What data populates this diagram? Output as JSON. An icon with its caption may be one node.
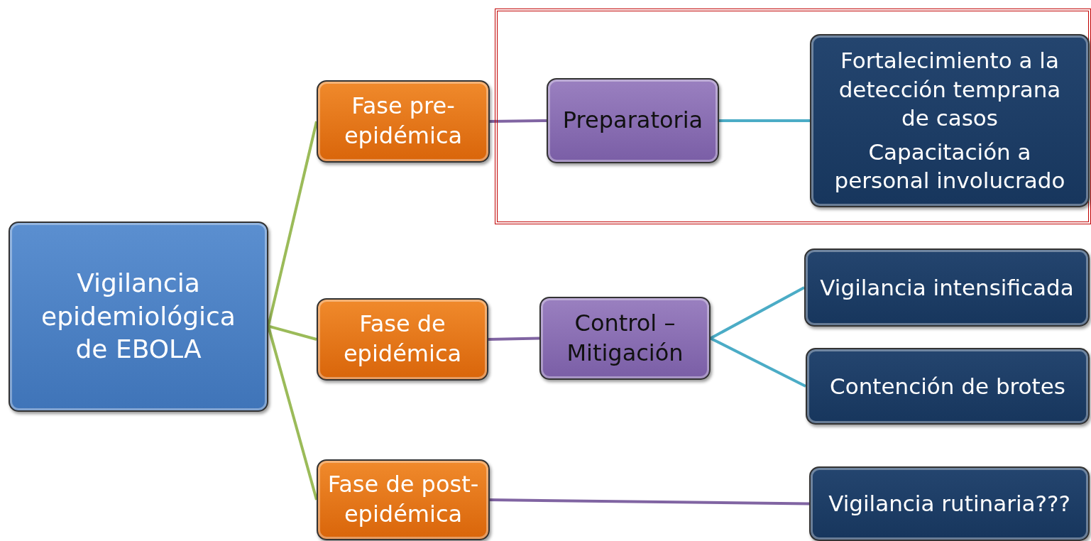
{
  "diagram": {
    "nodes": [
      {
        "text": [
          "Vigilancia epidemiológica de EBOLA"
        ]
      },
      {
        "text": [
          "Fase pre-epidémica"
        ]
      },
      {
        "text": [
          "Fase de epidémica"
        ]
      },
      {
        "text": [
          "Fase de post-epidémica"
        ]
      },
      {
        "text": [],
        "shape": "box"
      },
      {
        "text": [
          "Preparatoria"
        ],
        "in": 4
      },
      {
        "text": [
          "Fortalecimiento a la detección temprana de casos",
          "Capacitación a personal involucrado"
        ],
        "in": 4
      },
      {
        "text": [
          "Control – Mitigación"
        ]
      },
      {
        "text": [
          "Vigilancia intensificada"
        ]
      },
      {
        "text": [
          "Contención de brotes"
        ]
      },
      {
        "text": [
          "Vigilancia rutinaria???"
        ]
      }
    ],
    "edges": [
      {
        "from": 0,
        "to": 1,
        "arrow": "none",
        "color": "#9bbb59"
      },
      {
        "from": 0,
        "to": 2,
        "arrow": "none",
        "color": "#9bbb59"
      },
      {
        "from": 0,
        "to": 3,
        "arrow": "none",
        "color": "#9bbb59"
      },
      {
        "from": 1,
        "to": 5,
        "arrow": "none",
        "color": "#8064a2"
      },
      {
        "from": 5,
        "to": 6,
        "arrow": "none",
        "color": "#4bacc6"
      },
      {
        "from": 2,
        "to": 7,
        "arrow": "none",
        "color": "#8064a2"
      },
      {
        "from": 7,
        "to": 8,
        "arrow": "none",
        "color": "#4bacc6"
      },
      {
        "from": 7,
        "to": 9,
        "arrow": "none",
        "color": "#4bacc6"
      },
      {
        "from": 3,
        "to": 10,
        "arrow": "none",
        "color": "#8064a2"
      }
    ]
  }
}
